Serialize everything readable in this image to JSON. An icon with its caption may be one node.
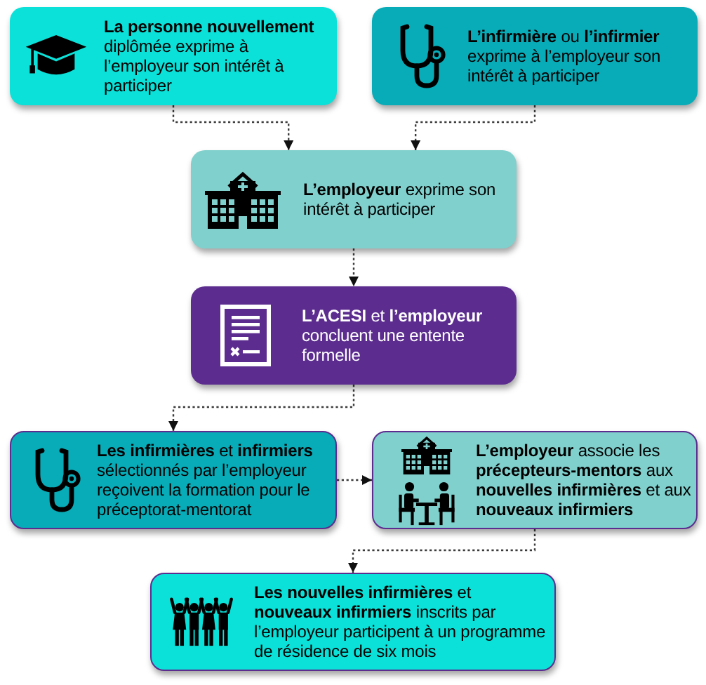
{
  "diagram": {
    "nodes": [
      {
        "text": [
          "**La personne nouvellement** diplômée exprime à l’employeur son intérêt à participer"
        ]
      },
      {
        "text": [
          "**L’infirmière** ou **l’infirmier** exprime à l’employeur son intérêt à participer"
        ]
      },
      {
        "text": [
          "**L’employeur** exprime son intérêt à participer"
        ]
      },
      {
        "text": [
          "**L’ACESI** et **l’employeur** concluent une entente formelle"
        ]
      },
      {
        "text": [
          "**Les infirmières** et **infirmiers** sélectionnés par l’employeur reçoivent la formation pour le préceptorat-mentorat"
        ]
      },
      {
        "text": [
          "**L’employeur** associe les **précepteurs-mentors** aux **nouvelles infirmières** et aux **nouveaux infirmiers**"
        ]
      },
      {
        "text": [
          "**Les nouvelles infirmières** et **nouveaux infirmiers** inscrits par l’employeur participent à un programme de résidence de six mois"
        ]
      }
    ],
    "edges": [
      {
        "from": 0,
        "to": 2,
        "arrow": "to"
      },
      {
        "from": 1,
        "to": 2,
        "arrow": "to"
      },
      {
        "from": 2,
        "to": 3,
        "arrow": "to"
      },
      {
        "from": 3,
        "to": 4,
        "arrow": "to"
      },
      {
        "from": 4,
        "to": 5,
        "arrow": "to"
      },
      {
        "from": 5,
        "to": 6,
        "arrow": "to"
      }
    ]
  }
}
